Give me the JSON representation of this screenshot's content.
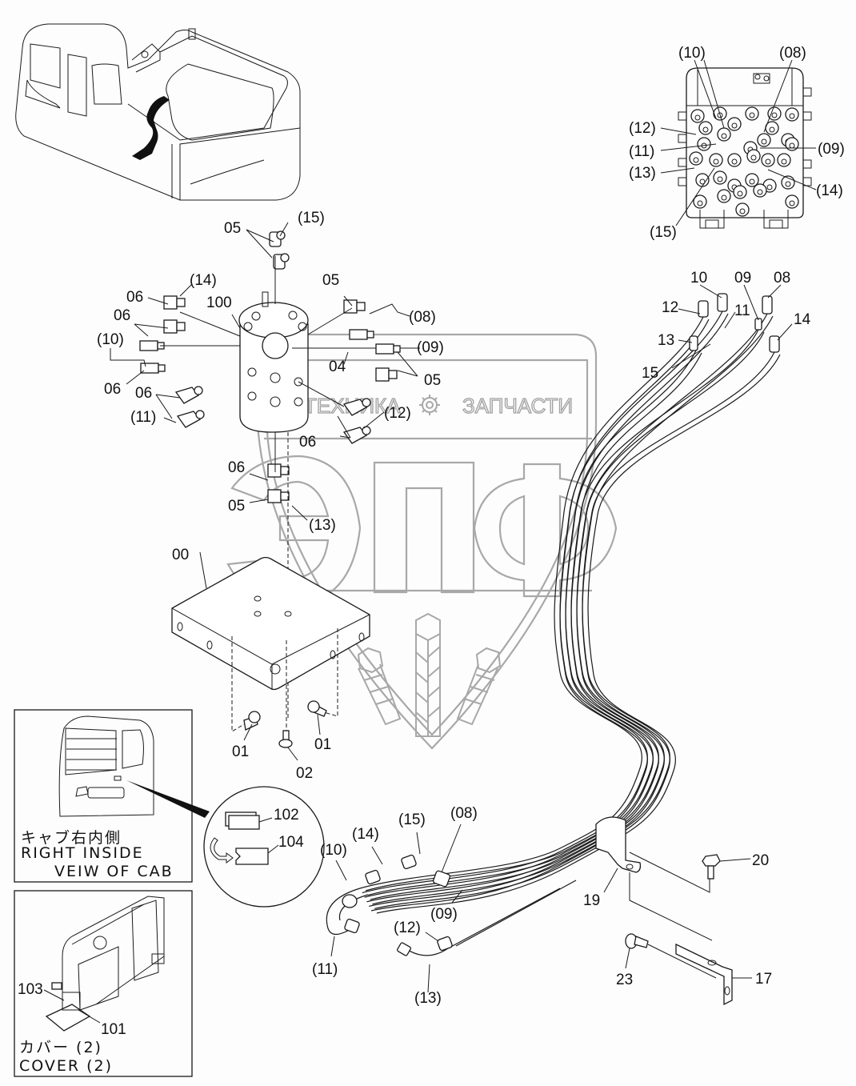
{
  "diagram": {
    "watermark": {
      "left_text": "ТЕХНИКА",
      "right_text": "ЗАПЧАСТИ",
      "logo_letters": "ЭПФ",
      "gear_icon": "gear-icon"
    },
    "connector_block_callouts": [
      {
        "id": "cb-10",
        "text": "(10)"
      },
      {
        "id": "cb-08",
        "text": "(08)"
      },
      {
        "id": "cb-12",
        "text": "(12)"
      },
      {
        "id": "cb-11",
        "text": "(11)"
      },
      {
        "id": "cb-09",
        "text": "(09)"
      },
      {
        "id": "cb-13",
        "text": "(13)"
      },
      {
        "id": "cb-14",
        "text": "(14)"
      },
      {
        "id": "cb-15",
        "text": "(15)"
      }
    ],
    "valve_callouts": [
      {
        "id": "v-05a",
        "text": "05"
      },
      {
        "id": "v-15",
        "text": "(15)"
      },
      {
        "id": "v-06a",
        "text": "06"
      },
      {
        "id": "v-14",
        "text": "(14)"
      },
      {
        "id": "v-100",
        "text": "100"
      },
      {
        "id": "v-05b",
        "text": "05"
      },
      {
        "id": "v-08",
        "text": "(08)"
      },
      {
        "id": "v-06b",
        "text": "06"
      },
      {
        "id": "v-10",
        "text": "(10)"
      },
      {
        "id": "v-09",
        "text": "(09)"
      },
      {
        "id": "v-04",
        "text": "04"
      },
      {
        "id": "v-05c",
        "text": "05"
      },
      {
        "id": "v-06c",
        "text": "06"
      },
      {
        "id": "v-06d",
        "text": "06"
      },
      {
        "id": "v-11",
        "text": "(11)"
      },
      {
        "id": "v-12",
        "text": "(12)"
      },
      {
        "id": "v-06e",
        "text": "06"
      },
      {
        "id": "v-06f",
        "text": "06"
      },
      {
        "id": "v-05d",
        "text": "05"
      },
      {
        "id": "v-13",
        "text": "(13)"
      }
    ],
    "bracket_callouts": [
      {
        "id": "b-00",
        "text": "00"
      },
      {
        "id": "b-01a",
        "text": "01"
      },
      {
        "id": "b-01b",
        "text": "01"
      },
      {
        "id": "b-02",
        "text": "02"
      }
    ],
    "hose_top_callouts": [
      {
        "id": "h-10",
        "text": "10"
      },
      {
        "id": "h-09",
        "text": "09"
      },
      {
        "id": "h-08",
        "text": "08"
      },
      {
        "id": "h-12",
        "text": "12"
      },
      {
        "id": "h-11",
        "text": "11"
      },
      {
        "id": "h-14",
        "text": "14"
      },
      {
        "id": "h-13",
        "text": "13"
      },
      {
        "id": "h-15",
        "text": "15"
      }
    ],
    "hose_bottom_callouts": [
      {
        "id": "hb-15",
        "text": "(15)"
      },
      {
        "id": "hb-08",
        "text": "(08)"
      },
      {
        "id": "hb-14",
        "text": "(14)"
      },
      {
        "id": "hb-10",
        "text": "(10)"
      },
      {
        "id": "hb-09",
        "text": "(09)"
      },
      {
        "id": "hb-12",
        "text": "(12)"
      },
      {
        "id": "hb-11",
        "text": "(11)"
      },
      {
        "id": "hb-13",
        "text": "(13)"
      }
    ],
    "clamp_callouts": [
      {
        "id": "c-20",
        "text": "20"
      },
      {
        "id": "c-19",
        "text": "19"
      },
      {
        "id": "c-23",
        "text": "23"
      },
      {
        "id": "c-17",
        "text": "17"
      }
    ],
    "cab_view_box": {
      "title_jp": "キャブ右内側",
      "title_line1": "RIGHT  INSIDE",
      "title_line2": "VEIW  OF  CAB",
      "detail_callouts": [
        {
          "id": "d-102",
          "text": "102"
        },
        {
          "id": "d-104",
          "text": "104"
        }
      ]
    },
    "cover_box": {
      "title_jp": "カバー (2)",
      "title_en": "COVER (2)",
      "callouts": [
        {
          "id": "cv-103",
          "text": "103"
        },
        {
          "id": "cv-101",
          "text": "101"
        }
      ]
    }
  }
}
